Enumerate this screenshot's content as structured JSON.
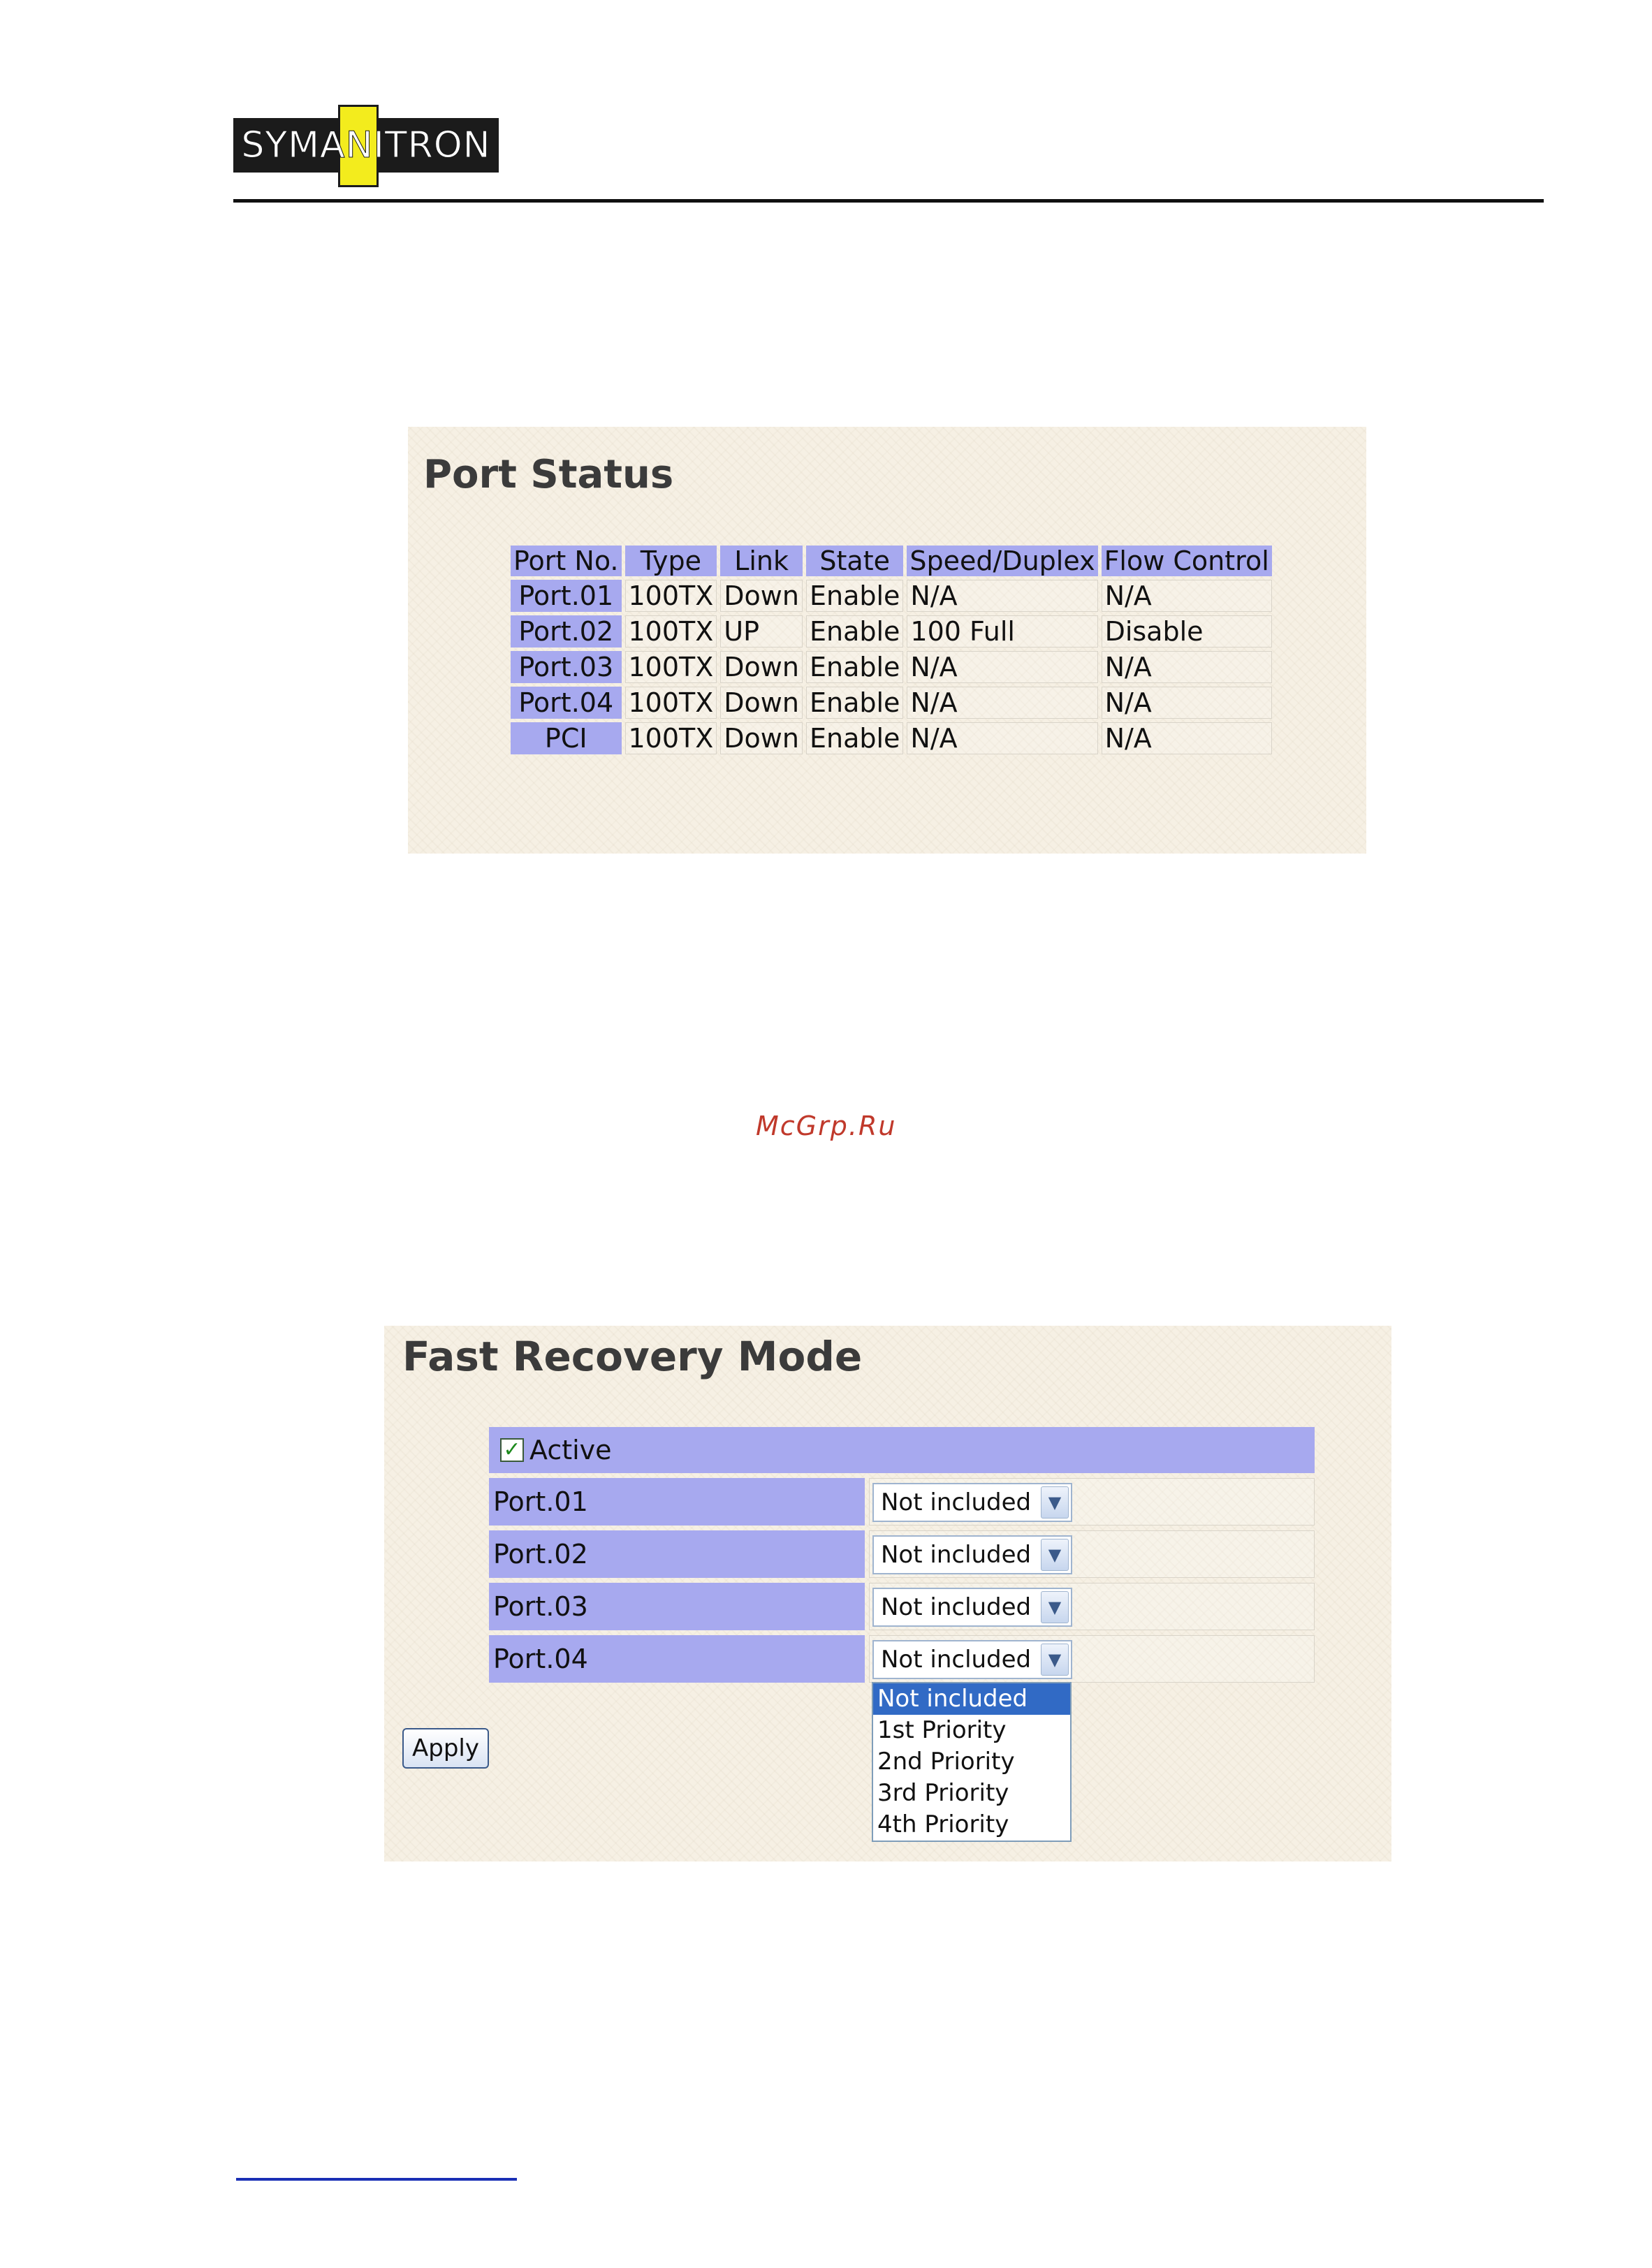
{
  "header": {
    "logo_text": "SYMANITRON"
  },
  "port_status": {
    "title": "Port Status",
    "columns": [
      "Port No.",
      "Type",
      "Link",
      "State",
      "Speed/Duplex",
      "Flow Control"
    ],
    "rows": [
      [
        "Port.01",
        "100TX",
        "Down",
        "Enable",
        "N/A",
        "N/A"
      ],
      [
        "Port.02",
        "100TX",
        "UP",
        "Enable",
        "100 Full",
        "Disable"
      ],
      [
        "Port.03",
        "100TX",
        "Down",
        "Enable",
        "N/A",
        "N/A"
      ],
      [
        "Port.04",
        "100TX",
        "Down",
        "Enable",
        "N/A",
        "N/A"
      ],
      [
        "PCI",
        "100TX",
        "Down",
        "Enable",
        "N/A",
        "N/A"
      ]
    ]
  },
  "watermark": "McGrp.Ru",
  "fast_recovery": {
    "title": "Fast Recovery Mode",
    "active_label": "Active",
    "active_checked": true,
    "ports": [
      {
        "label": "Port.01",
        "value": "Not included"
      },
      {
        "label": "Port.02",
        "value": "Not included"
      },
      {
        "label": "Port.03",
        "value": "Not included"
      },
      {
        "label": "Port.04",
        "value": "Not included"
      }
    ],
    "dropdown_options": [
      "Not included",
      "1st Priority",
      "2nd Priority",
      "3rd Priority",
      "4th Priority"
    ],
    "dropdown_selected": "Not included",
    "apply_label": "Apply"
  },
  "icons": {
    "checkbox": "checkmark-icon",
    "select_arrow": "chevron-down-icon"
  },
  "colors": {
    "header_cell": "#a7a9ef",
    "panel_bg": "#f6f0e4",
    "logo_bar": "#f3ec1d",
    "watermark": "#c0392b",
    "option_highlight": "#316ac5"
  }
}
